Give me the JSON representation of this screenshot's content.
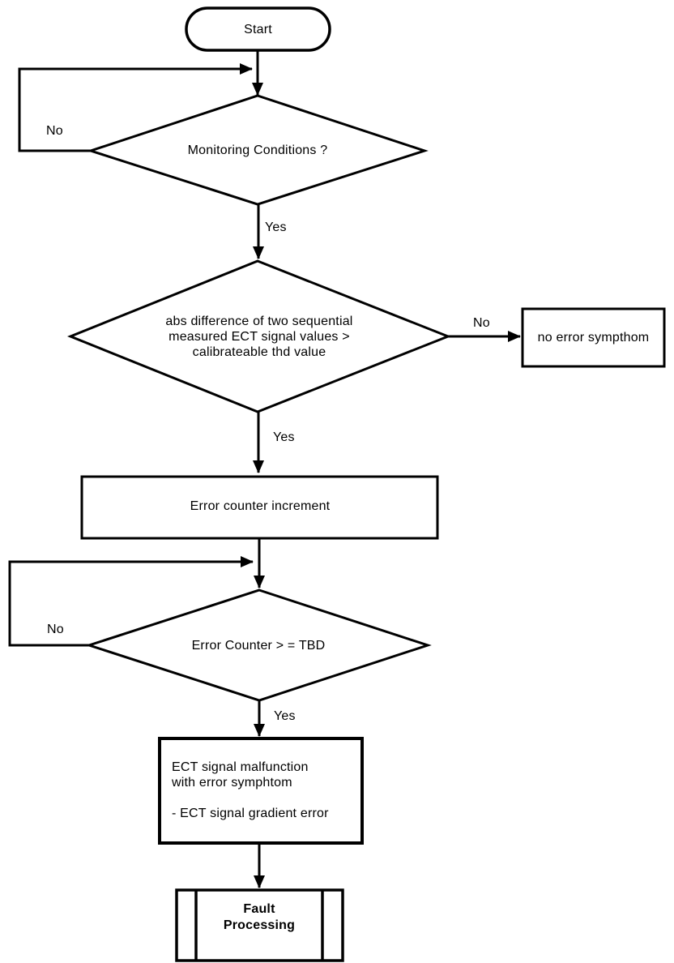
{
  "flowchart": {
    "colors": {
      "stroke": "#000000",
      "background": "#ffffff",
      "text": "#000000"
    },
    "nodes": {
      "start": {
        "type": "terminator",
        "label": "Start"
      },
      "monitoring": {
        "type": "decision",
        "label": "Monitoring Conditions ?"
      },
      "abs_diff": {
        "type": "decision",
        "label": "abs difference of two sequential\nmeasured ECT signal values >\ncalibrateable thd value"
      },
      "no_error": {
        "type": "process",
        "label": "no error sympthom"
      },
      "counter_increment": {
        "type": "process",
        "label": "Error counter increment"
      },
      "counter_check": {
        "type": "decision",
        "label": "Error Counter > = TBD"
      },
      "malfunction": {
        "type": "process",
        "label": "ECT signal malfunction\nwith error symphtom\n\n- ECT signal gradient error"
      },
      "fault_processing": {
        "type": "predefined-process",
        "label": "Fault\nProcessing"
      }
    },
    "edge_labels": {
      "monitoring_no": "No",
      "monitoring_yes": "Yes",
      "abs_diff_no": "No",
      "abs_diff_yes": "Yes",
      "counter_check_no": "No",
      "counter_check_yes": "Yes"
    }
  }
}
